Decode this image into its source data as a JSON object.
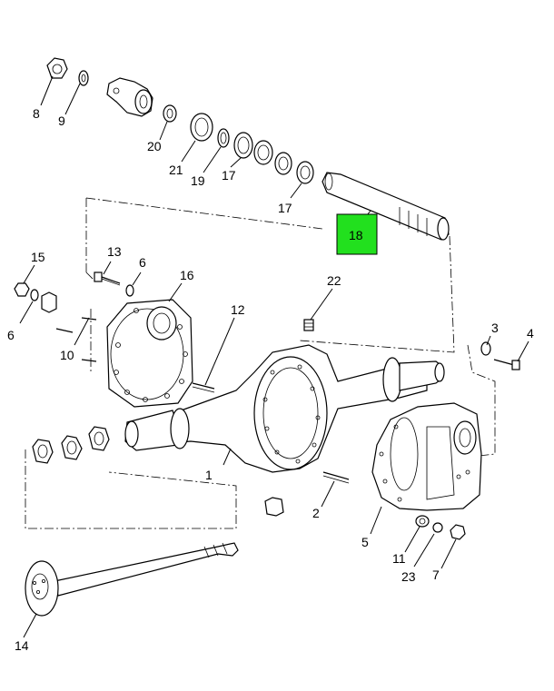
{
  "diagram": {
    "highlight_color": "#22e01e",
    "callouts": [
      {
        "id": "1",
        "text": "1"
      },
      {
        "id": "2",
        "text": "2"
      },
      {
        "id": "3",
        "text": "3"
      },
      {
        "id": "4",
        "text": "4"
      },
      {
        "id": "5",
        "text": "5"
      },
      {
        "id": "6a",
        "text": "6"
      },
      {
        "id": "6b",
        "text": "6"
      },
      {
        "id": "7",
        "text": "7"
      },
      {
        "id": "8",
        "text": "8"
      },
      {
        "id": "9",
        "text": "9"
      },
      {
        "id": "10",
        "text": "10"
      },
      {
        "id": "11",
        "text": "11"
      },
      {
        "id": "12",
        "text": "12"
      },
      {
        "id": "13",
        "text": "13"
      },
      {
        "id": "14",
        "text": "14"
      },
      {
        "id": "15",
        "text": "15"
      },
      {
        "id": "16",
        "text": "16"
      },
      {
        "id": "17a",
        "text": "17"
      },
      {
        "id": "17b",
        "text": "17"
      },
      {
        "id": "18",
        "text": "18",
        "highlighted": true
      },
      {
        "id": "19",
        "text": "19"
      },
      {
        "id": "20",
        "text": "20"
      },
      {
        "id": "21",
        "text": "21"
      },
      {
        "id": "22",
        "text": "22"
      },
      {
        "id": "23",
        "text": "23"
      }
    ]
  }
}
